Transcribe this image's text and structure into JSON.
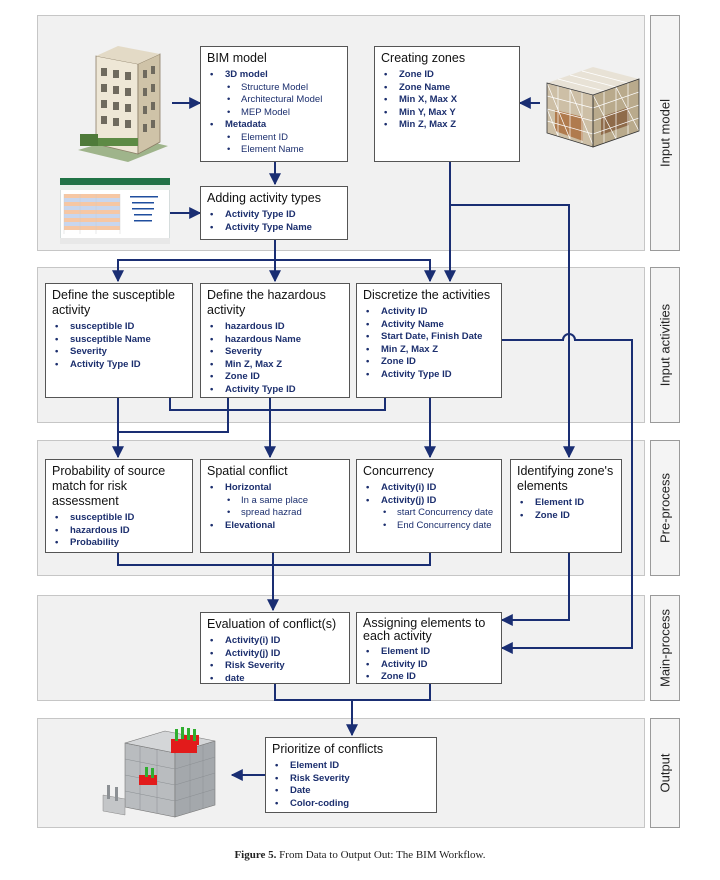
{
  "stages": {
    "input_model": "Input model",
    "input_activities": "Input activities",
    "pre_process": "Pre-process",
    "main_process": "Main-process",
    "output": "Output"
  },
  "bim": {
    "title": "BIM model",
    "items": [
      "3D model",
      "Structure Model",
      "Architectural Model",
      "MEP Model",
      "Metadata",
      "Element ID",
      "Element Name"
    ]
  },
  "zones": {
    "title": "Creating zones",
    "items": [
      "Zone ID",
      "Zone Name",
      "Min X, Max X",
      "Min Y, Max Y",
      "Min Z, Max Z"
    ]
  },
  "activity_types": {
    "title": "Adding activity types",
    "items": [
      "Activity Type ID",
      "Activity Type Name"
    ]
  },
  "susceptible": {
    "title": "Define the susceptible activity",
    "items": [
      "susceptible ID",
      "susceptible Name",
      "Severity",
      "Activity Type ID"
    ]
  },
  "hazardous": {
    "title": "Define the hazardous activity",
    "items": [
      "hazardous ID",
      "hazardous Name",
      "Severity",
      "Min Z, Max Z",
      "Zone ID",
      "Activity Type ID"
    ]
  },
  "discretize": {
    "title": "Discretize the activities",
    "items": [
      "Activity ID",
      "Activity Name",
      "Start Date, Finish Date",
      "Min Z, Max Z",
      "Zone ID",
      "Activity Type ID"
    ]
  },
  "probability": {
    "title": "Probability of source match for risk assessment",
    "items": [
      "susceptible ID",
      "hazardous ID",
      "Probability"
    ]
  },
  "spatial": {
    "title": "Spatial conflict",
    "items": [
      "Horizontal",
      "In a same place",
      "spread hazrad",
      "Elevational"
    ]
  },
  "concurrency": {
    "title": "Concurrency",
    "items": [
      "Activity(i) ID",
      "Activity(j) ID",
      "start Concurrency date",
      "End Concurrency date"
    ]
  },
  "zone_elements": {
    "title": "Identifying zone's elements",
    "items": [
      "Element ID",
      "Zone ID"
    ]
  },
  "evaluation": {
    "title": "Evaluation of conflict(s)",
    "items": [
      "Activity(i) ID",
      "Activity(j) ID",
      "Risk Severity",
      "date"
    ]
  },
  "assigning": {
    "title": "Assigning elements to each activity",
    "items": [
      "Element ID",
      "Activity ID",
      "Zone ID"
    ]
  },
  "prioritize": {
    "title": "Prioritize of conflicts",
    "items": [
      "Element ID",
      "Risk Severity",
      "Date",
      "Color-coding"
    ]
  },
  "caption": {
    "label": "Figure 5.",
    "text": "From Data to Output Out: The BIM Workflow."
  },
  "colors": {
    "arrow": "#1a2e73",
    "bullet_text": "#1c2f6e",
    "band": "#f1f1f1",
    "conflict_red": "#e21b1b",
    "conflict_green": "#2fae2f"
  }
}
